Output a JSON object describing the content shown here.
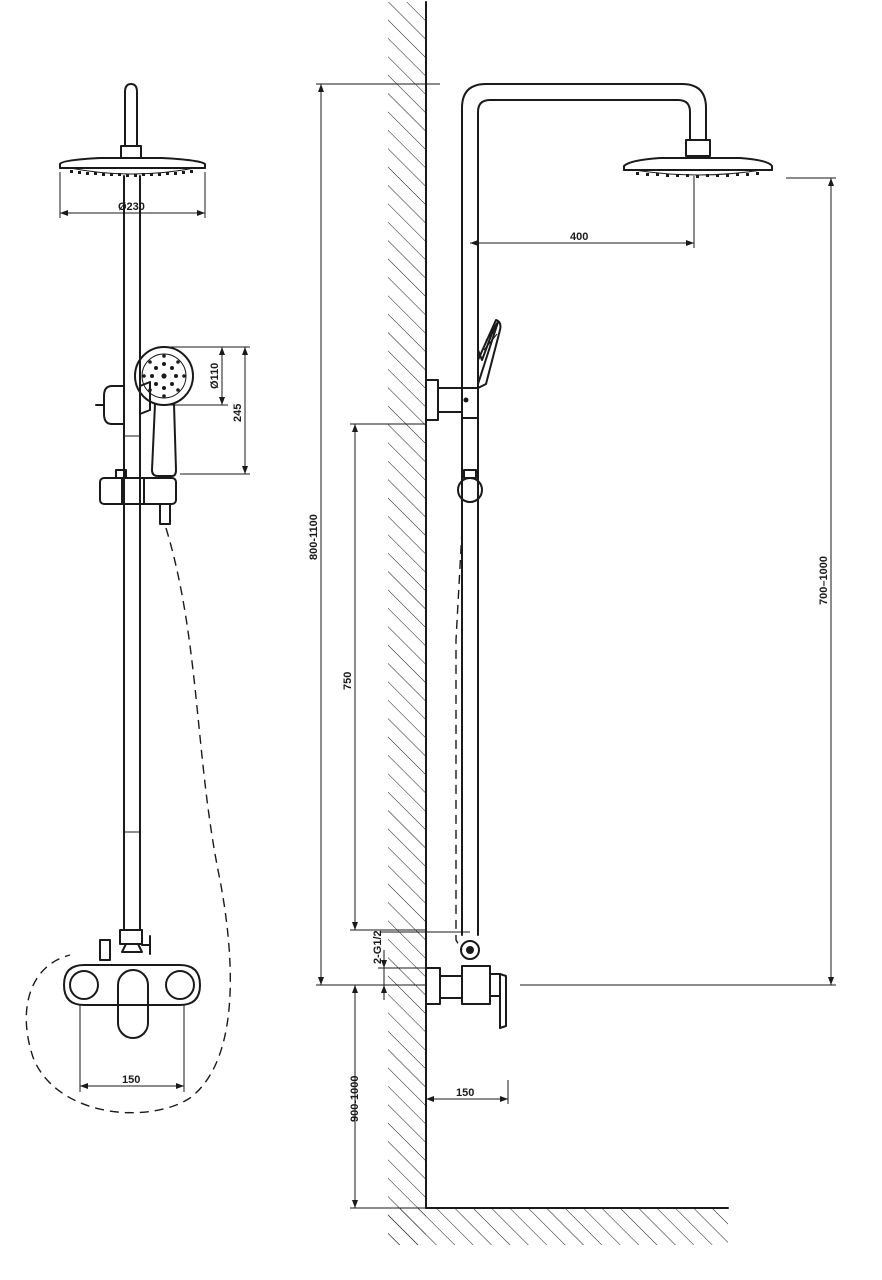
{
  "labels": {
    "head_diameter": "Ø230",
    "handheld_diameter": "Ø110",
    "handheld_height": "245",
    "front_mixer_width": "150",
    "total_height": "800-1100",
    "head_projection": "400",
    "bracket_spacing": "750",
    "thread": "2-G1/2",
    "adjust_height": "700–1000",
    "mount_height": "900-1000",
    "side_mixer_depth": "150"
  },
  "colors": {
    "line": "#1a1a1a",
    "background": "#ffffff"
  }
}
